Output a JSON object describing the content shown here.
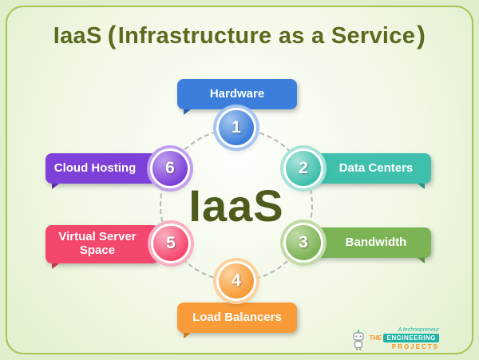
{
  "title": {
    "brand": "IaaS",
    "paren_open": "(",
    "subtitle": "Infrastructure as a Service",
    "paren_close": ")"
  },
  "center": {
    "label": "IaaS"
  },
  "items": [
    {
      "number": "1",
      "label": "Hardware",
      "color": "#3b7edb",
      "ring_color": "#a7c6ef",
      "fold_color": "#2a5fae"
    },
    {
      "number": "2",
      "label": "Data Centers",
      "color": "#3fc0ac",
      "ring_color": "#a8e3da",
      "fold_color": "#2d9484"
    },
    {
      "number": "3",
      "label": "Bandwidth",
      "color": "#7cb355",
      "ring_color": "#c2dba7",
      "fold_color": "#5e8f3e"
    },
    {
      "number": "4",
      "label": "Load Balancers",
      "color": "#f89b38",
      "ring_color": "#fcd2a0",
      "fold_color": "#d47c1b"
    },
    {
      "number": "5",
      "label": "Virtual Server Space",
      "color": "#f4476d",
      "ring_color": "#fab0c1",
      "fold_color": "#c72f51"
    },
    {
      "number": "6",
      "label": "Cloud Hosting",
      "color": "#7d40d9",
      "ring_color": "#c0a0ee",
      "fold_color": "#5d2aab"
    }
  ],
  "colors": {
    "background": "#dfeecb",
    "card_border": "#a3c752",
    "title_text": "#5a6a1e",
    "center_text": "#4c5c1d"
  },
  "logo": {
    "tagline": "A technopreneur",
    "the": "THE",
    "engineering": "ENGINEERING",
    "projects": "PROJECTS"
  }
}
